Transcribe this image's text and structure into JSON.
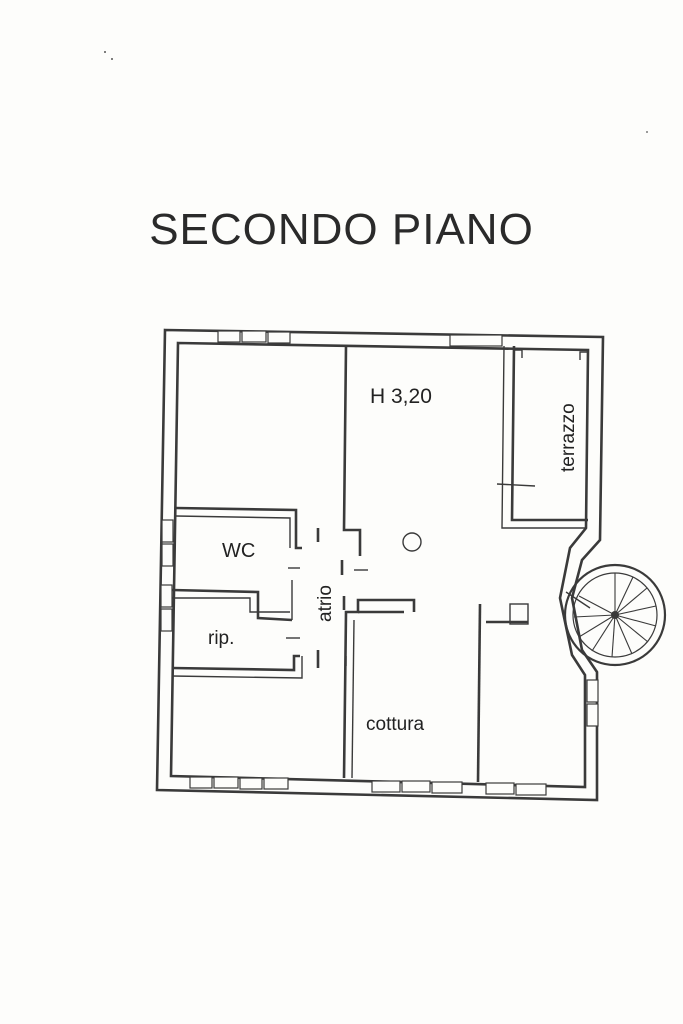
{
  "title": "SECONDO PIANO",
  "rooms": {
    "height_label": "H 3,20",
    "terrazzo": "terrazzo",
    "wc": "WC",
    "atrio": "atrio",
    "rip": "rip.",
    "cottura": "cottura"
  },
  "colors": {
    "ink": "#2a2a2a",
    "paper": "#fdfdfb"
  }
}
